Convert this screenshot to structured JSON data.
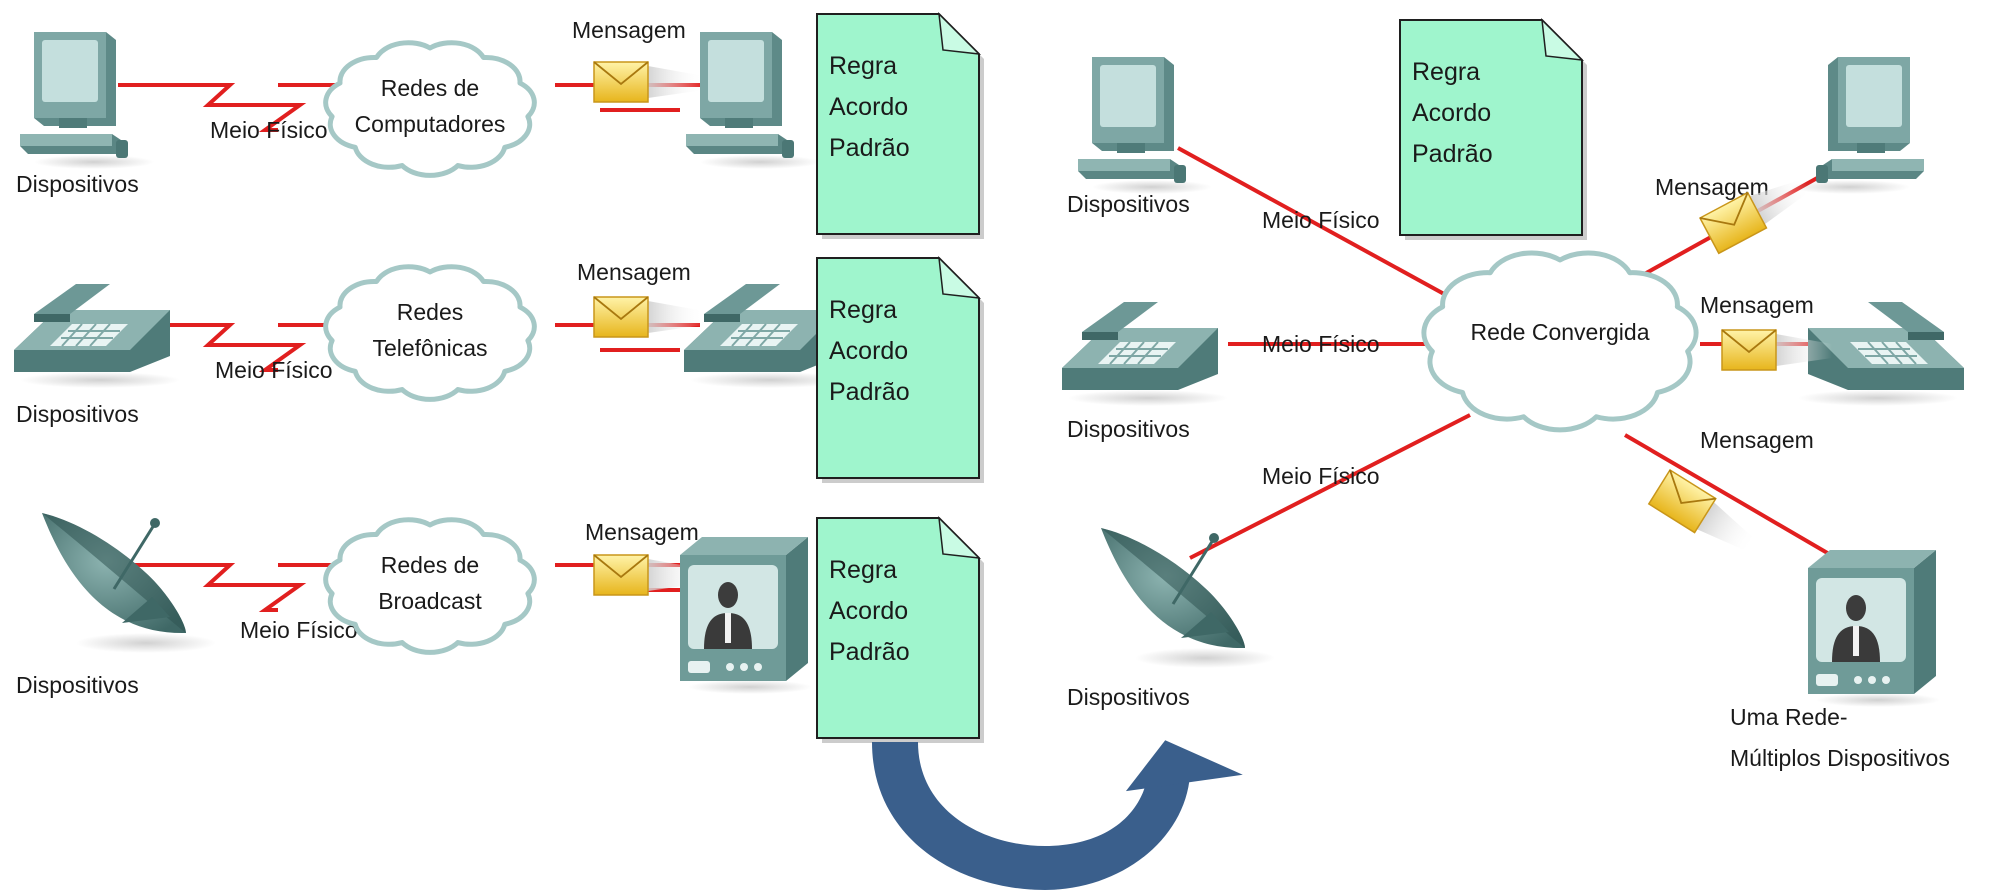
{
  "colors": {
    "link": "#e11f1f",
    "device_dark": "#4b7775",
    "device_mid": "#6f9b98",
    "device_light": "#9fc3c0",
    "screen": "#c9e3e1",
    "document_fill": "#9ff5cd",
    "envelope": "#f4c832",
    "arrow": "#3a5f8c",
    "cloud_fill": "#ffffff",
    "cloud_stroke": "#a5c8c6"
  },
  "left_rows": [
    {
      "device_icon": "computer-icon",
      "device_label": "Dispositivos",
      "media_label": "Meio Físico",
      "network_lines": [
        "Redes de",
        "Computadores"
      ],
      "message_label": "Mensagem",
      "target_icon": "computer-icon",
      "rules": [
        "Regra",
        "Acordo",
        "Padrão"
      ]
    },
    {
      "device_icon": "telephone-icon",
      "device_label": "Dispositivos",
      "media_label": "Meio Físico",
      "network_lines": [
        "Redes",
        "Telefônicas"
      ],
      "message_label": "Mensagem",
      "target_icon": "telephone-icon",
      "rules": [
        "Regra",
        "Acordo",
        "Padrão"
      ]
    },
    {
      "device_icon": "satellite-dish-icon",
      "device_label": "Dispositivos",
      "media_label": "Meio Físico",
      "network_lines": [
        "Redes de",
        "Broadcast"
      ],
      "message_label": "Mensagem",
      "target_icon": "television-icon",
      "rules": [
        "Regra",
        "Acordo",
        "Padrão"
      ]
    }
  ],
  "transition_icon": "curved-arrow-icon",
  "converged": {
    "network_label": "Rede Convergida",
    "rules": [
      "Regra",
      "Acordo",
      "Padrão"
    ],
    "inputs": [
      {
        "device_icon": "computer-icon",
        "device_label": "Dispositivos",
        "media_label": "Meio Físico"
      },
      {
        "device_icon": "telephone-icon",
        "device_label": "Dispositivos",
        "media_label": "Meio Físico"
      },
      {
        "device_icon": "satellite-dish-icon",
        "device_label": "Dispositivos",
        "media_label": "Meio Físico"
      }
    ],
    "outputs": [
      {
        "device_icon": "computer-icon",
        "message_label": "Mensagem"
      },
      {
        "device_icon": "telephone-icon",
        "message_label": "Mensagem"
      },
      {
        "device_icon": "television-icon",
        "message_label": "Mensagem"
      }
    ],
    "caption_lines": [
      "Uma Rede-",
      "Múltiplos Dispositivos"
    ]
  }
}
